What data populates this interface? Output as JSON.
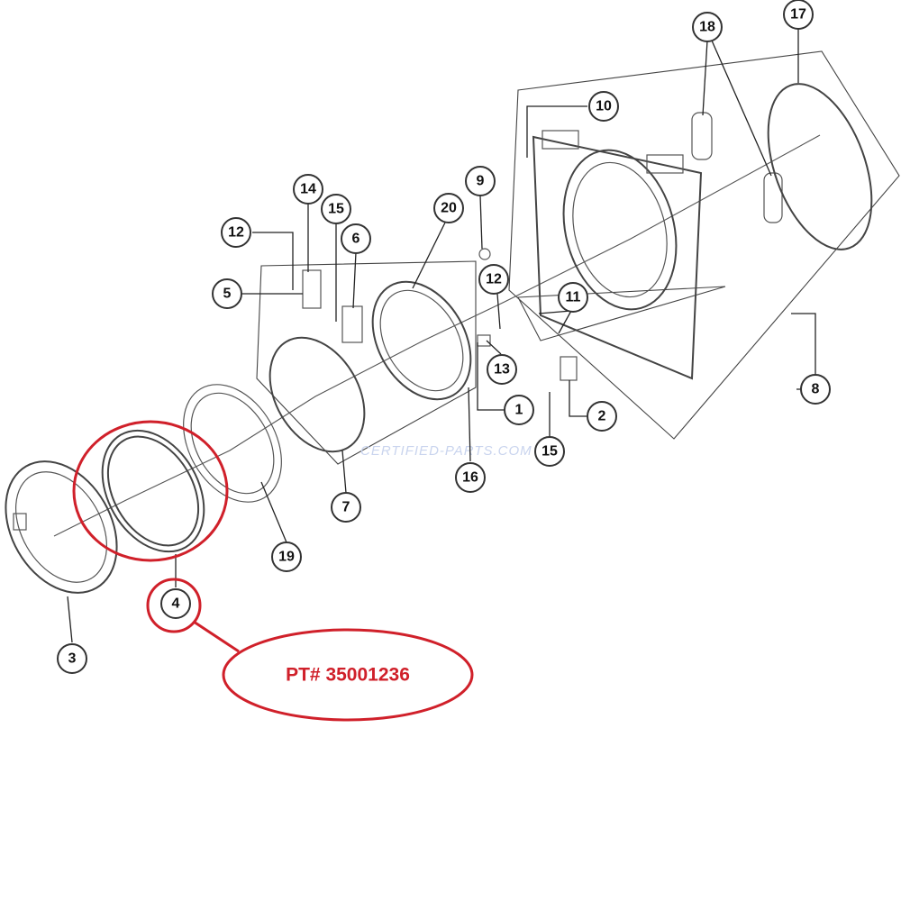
{
  "callouts": {
    "c1": "1",
    "c2": "2",
    "c3": "3",
    "c4": "4",
    "c5": "5",
    "c6": "6",
    "c7": "7",
    "c8": "8",
    "c9": "9",
    "c10": "10",
    "c11": "11",
    "c12a": "12",
    "c12b": "12",
    "c13": "13",
    "c14": "14",
    "c15a": "15",
    "c15b": "15",
    "c16": "16",
    "c17": "17",
    "c18": "18",
    "c19": "19",
    "c20": "20"
  },
  "highlight": {
    "part_number_label": "PT# 35001236",
    "color": "#d0202a"
  },
  "watermark": "CERTIFIED-PARTS.COM"
}
